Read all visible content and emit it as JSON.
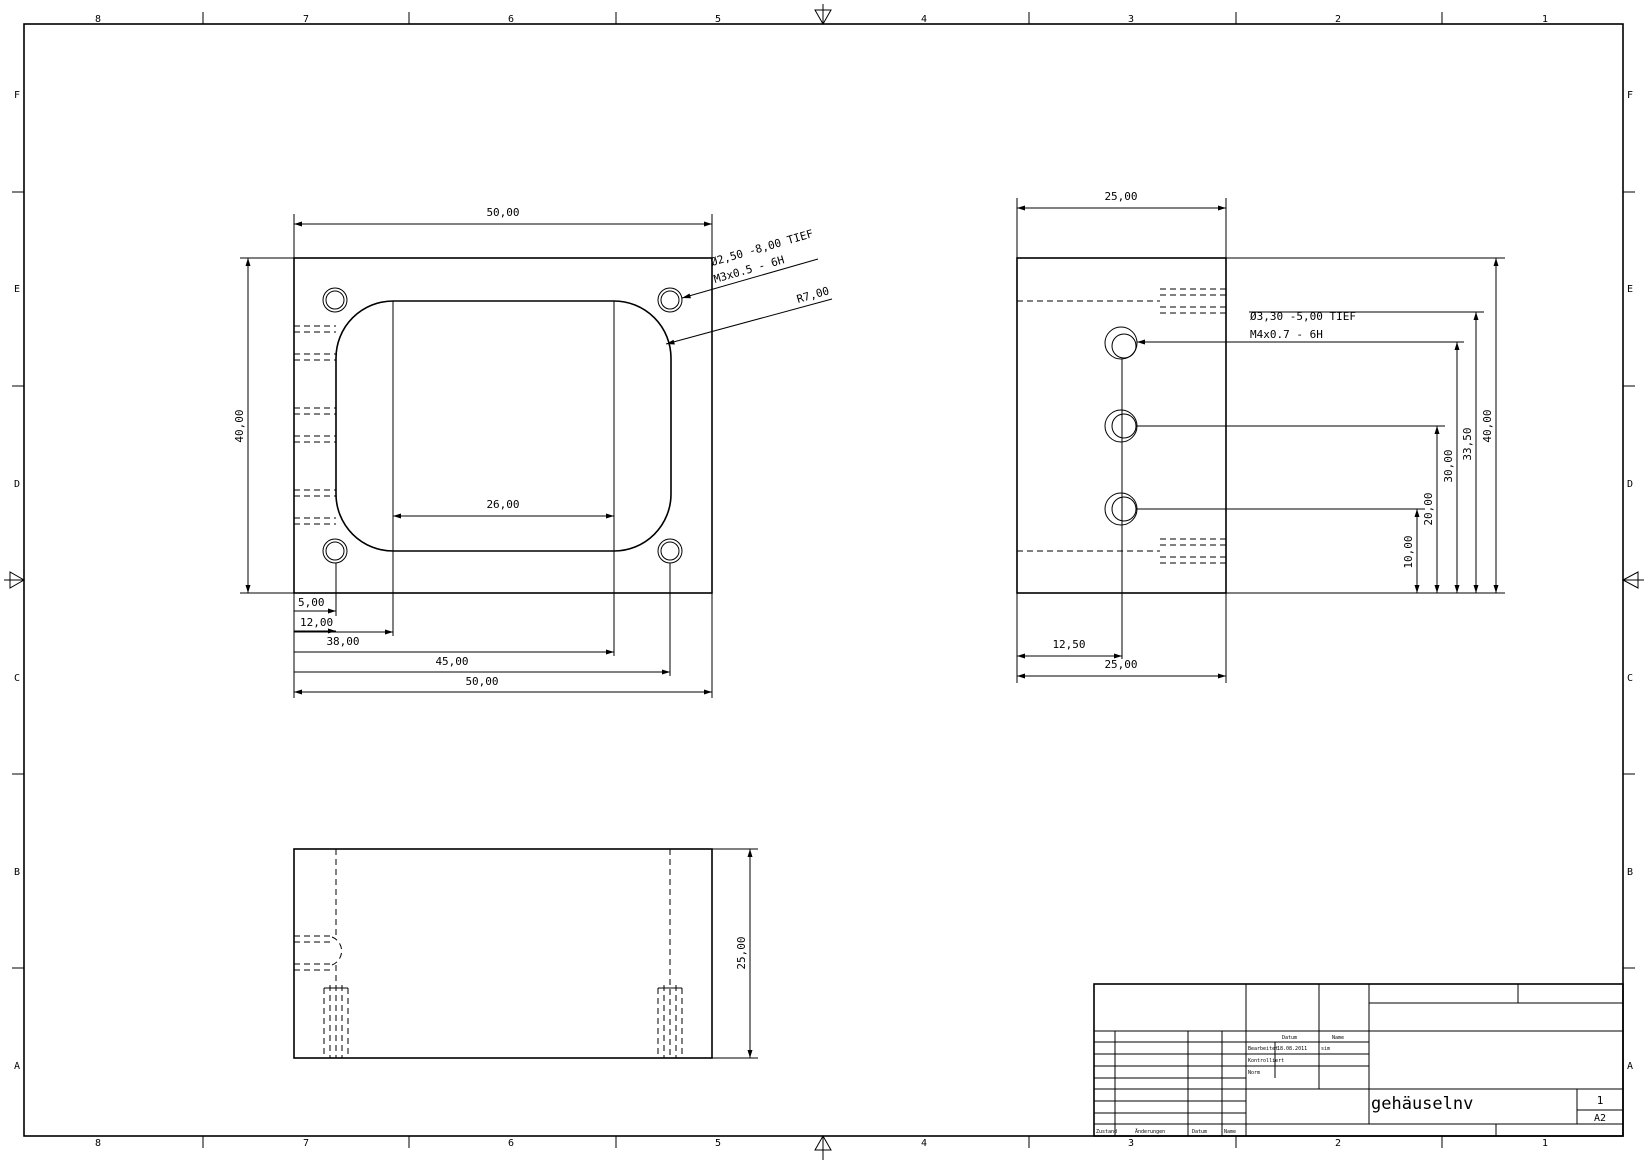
{
  "frame": {
    "columns": [
      "8",
      "7",
      "6",
      "5",
      "4",
      "3",
      "2",
      "1"
    ],
    "rows": [
      "F",
      "E",
      "D",
      "C",
      "B",
      "A"
    ]
  },
  "front_view": {
    "width_top": "50,00",
    "height": "40,00",
    "hole_note_line1": "Ø2,50 -8,00 TIEF",
    "hole_note_line2": "M3x0.5 - 6H",
    "radius": "R7,00",
    "pocket_width": "26,00",
    "ord_5": "5,00",
    "ord_12": "12,00",
    "ord_38": "38,00",
    "ord_45": "45,00",
    "ord_50": "50,00"
  },
  "side_view": {
    "width_top": "25,00",
    "hole_note_line1": "Ø3,30 -5,00 TIEF",
    "hole_note_line2": "M4x0.7 - 6H",
    "dim_40": "40,00",
    "dim_33_5": "33,50",
    "dim_30": "30,00",
    "dim_20": "20,00",
    "dim_10": "10,00",
    "dim_12_5": "12,50",
    "width_bottom": "25,00"
  },
  "bottom_view": {
    "height": "25,00"
  },
  "title_block": {
    "col_datum": "Datum",
    "col_name": "Name",
    "row_bearb": "Bearbeitet",
    "date": "18.08.2011",
    "name": "sim",
    "row_gepr": "Kontrolliert",
    "row_norm": "Norm",
    "foot_zustand": "Zustand",
    "foot_aenderung": "Änderungen",
    "foot_datum": "Datum",
    "foot_name": "Name",
    "drawing_name": "gehäuselnv",
    "sheet_no": "1",
    "format": "A2"
  }
}
